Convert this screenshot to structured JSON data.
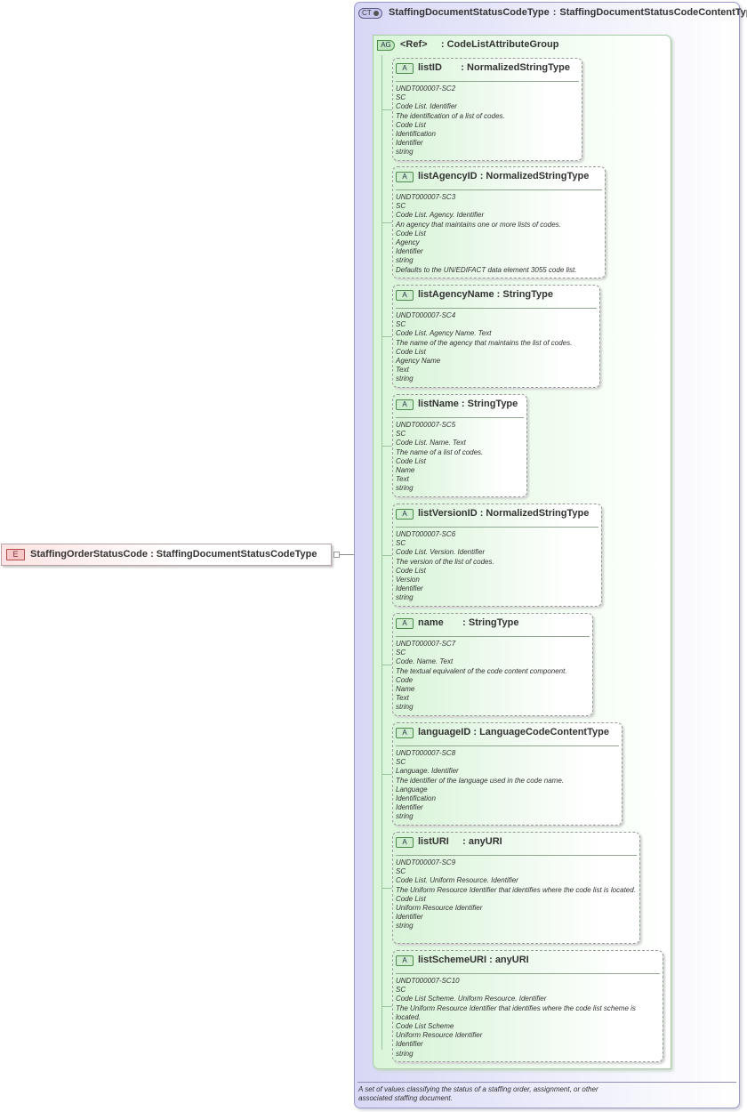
{
  "element": {
    "badge": "E",
    "name": "StaffingOrderStatusCode",
    "type": "StaffingDocumentStatusCodeType"
  },
  "complex_type": {
    "badge": "CT",
    "name": "StaffingDocumentStatusCodeType",
    "base_type": "StaffingDocumentStatusCodeContentType",
    "description": "A set of values classifying the status of a staffing order, assignment, or other associated staffing document."
  },
  "attribute_group": {
    "badge": "AG",
    "ref": "<Ref>",
    "name": "CodeListAttributeGroup"
  },
  "attributes": [
    {
      "badge": "A",
      "name": "listID",
      "type": "NormalizedStringType",
      "doc": [
        "UNDT000007-SC2",
        "SC",
        "Code List. Identifier",
        "The identification of a list of codes.",
        "Code List",
        "Identification",
        "Identifier",
        "string"
      ]
    },
    {
      "badge": "A",
      "name": "listAgencyID",
      "type": "NormalizedStringType",
      "doc": [
        "UNDT000007-SC3",
        "SC",
        "Code List. Agency. Identifier",
        "An agency that maintains one or more lists of codes.",
        "Code List",
        "Agency",
        "Identifier",
        "string",
        "Defaults to the UN/EDIFACT data element 3055 code list."
      ]
    },
    {
      "badge": "A",
      "name": "listAgencyName",
      "type": "StringType",
      "doc": [
        "UNDT000007-SC4",
        "SC",
        "Code List. Agency Name. Text",
        "The name of the agency that maintains the list of codes.",
        "Code List",
        "Agency Name",
        "Text",
        "string"
      ]
    },
    {
      "badge": "A",
      "name": "listName",
      "type": "StringType",
      "doc": [
        "UNDT000007-SC5",
        "SC",
        "Code List. Name. Text",
        "The name of a list of codes.",
        "Code List",
        "Name",
        "Text",
        "string"
      ]
    },
    {
      "badge": "A",
      "name": "listVersionID",
      "type": "NormalizedStringType",
      "doc": [
        "UNDT000007-SC6",
        "SC",
        "Code List. Version. Identifier",
        "The version of the list of codes.",
        "Code List",
        "Version",
        "Identifier",
        "string"
      ]
    },
    {
      "badge": "A",
      "name": "name",
      "type": "StringType",
      "doc": [
        "UNDT000007-SC7",
        "SC",
        "Code. Name. Text",
        "The textual equivalent of the code content component.",
        "Code",
        "Name",
        "Text",
        "string"
      ]
    },
    {
      "badge": "A",
      "name": "languageID",
      "type": "LanguageCodeContentType",
      "doc": [
        "UNDT000007-SC8",
        "SC",
        "Language. Identifier",
        "The identifier of the language used in the code name.",
        "Language",
        "Identification",
        "Identifier",
        "string"
      ]
    },
    {
      "badge": "A",
      "name": "listURI",
      "type": "anyURI",
      "doc": [
        "UNDT000007-SC9",
        "SC",
        "Code List. Uniform Resource. Identifier",
        "The Uniform Resource Identifier that identifies where the code list is located.",
        "Code List",
        "Uniform Resource Identifier",
        "Identifier",
        "string"
      ]
    },
    {
      "badge": "A",
      "name": "listSchemeURI",
      "type": "anyURI",
      "doc": [
        "UNDT000007-SC10",
        "SC",
        "Code List Scheme. Uniform Resource. Identifier",
        "The Uniform Resource Identifier that identifies where the code list scheme is located.",
        "Code List Scheme",
        "Uniform Resource Identifier",
        "Identifier",
        "string"
      ]
    }
  ]
}
